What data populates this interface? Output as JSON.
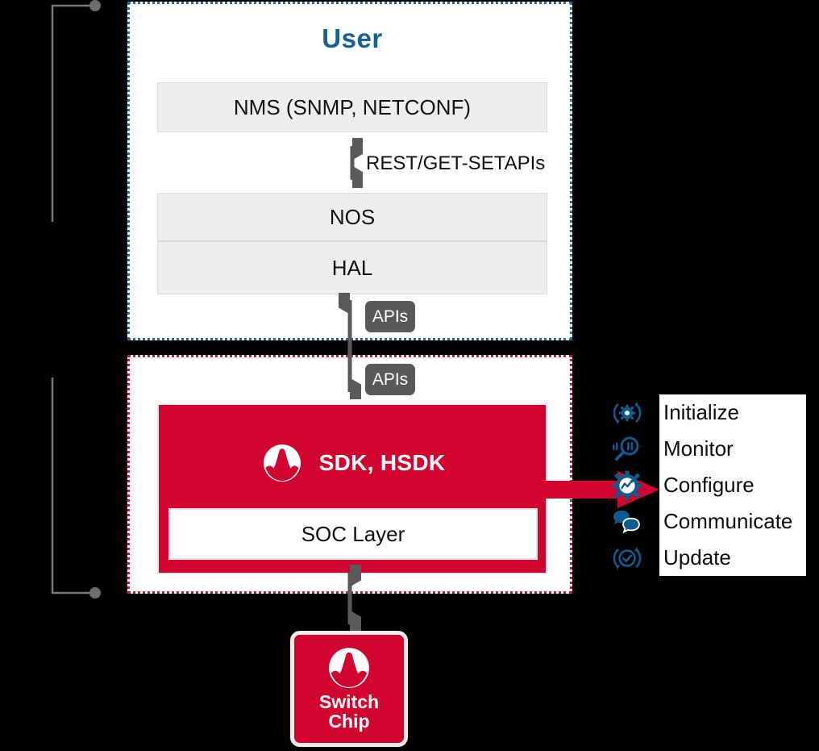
{
  "diagram": {
    "user_container": {
      "title": "User",
      "border_color": "#1a6ea0",
      "layers": [
        {
          "name": "nms",
          "label": "NMS (SNMP, NETCONF)"
        },
        {
          "name": "nos",
          "label": "NOS"
        },
        {
          "name": "hal",
          "label": "HAL"
        }
      ],
      "rest_arrow_label": "REST/GET-SETAPIs"
    },
    "sdk_container": {
      "border_color": "#d40f33",
      "sdk_label": "SDK, HSDK",
      "soc_label": "SOC Layer",
      "accent_color": "#d0042f"
    },
    "api_pills": [
      {
        "name": "api-pill-upper",
        "label": "APIs"
      },
      {
        "name": "api-pill-lower",
        "label": "APIs"
      }
    ],
    "callout": {
      "items": [
        {
          "icon": "initialize-gear-refresh-icon",
          "label": "Initialize"
        },
        {
          "icon": "monitor-magnifier-pause-icon",
          "label": "Monitor"
        },
        {
          "icon": "configure-gear-chart-icon",
          "label": "Configure"
        },
        {
          "icon": "communicate-speech-bubbles-icon",
          "label": "Communicate"
        },
        {
          "icon": "update-refresh-check-icon",
          "label": "Update"
        }
      ],
      "icon_color": "#0f5c8c"
    },
    "switch_chip": {
      "label_line1": "Switch",
      "label_line2": "Chip"
    },
    "colors": {
      "brand_red": "#d0042f",
      "brand_blue": "#13628f",
      "layer_gray": "#eeeeee",
      "pill_gray": "#595959",
      "arrow_gray": "#5a5a5a",
      "bracket_gray": "#7a7a7a"
    }
  }
}
